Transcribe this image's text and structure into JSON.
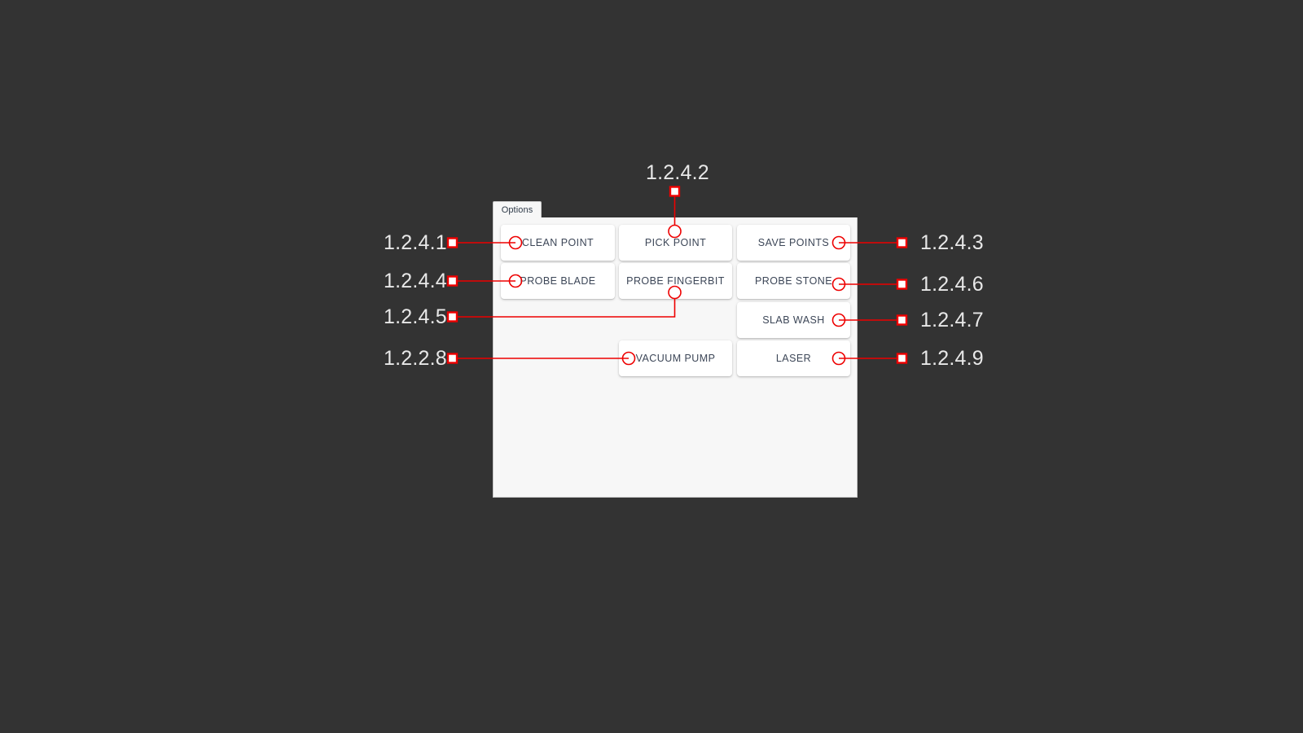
{
  "background_color": "#333333",
  "accent_color": "#ee0000",
  "panel": {
    "background_color": "#f7f7f7",
    "tab_label": "Options"
  },
  "buttons": [
    {
      "id": "clean-point",
      "label": "CLEAN POINT"
    },
    {
      "id": "pick-point",
      "label": "PICK POINT"
    },
    {
      "id": "save-points",
      "label": "SAVE POINTS"
    },
    {
      "id": "probe-blade",
      "label": "PROBE BLADE"
    },
    {
      "id": "probe-fingerbit",
      "label": "PROBE FINGERBIT"
    },
    {
      "id": "probe-stone",
      "label": "PROBE STONE"
    },
    {
      "id": "slab-wash",
      "label": "SLAB WASH"
    },
    {
      "id": "vacuum-pump",
      "label": "VACUUM PUMP"
    },
    {
      "id": "laser",
      "label": "LASER"
    }
  ],
  "annotations": [
    {
      "id": "a1",
      "code": "1.2.4.1",
      "target": "clean-point",
      "side": "left"
    },
    {
      "id": "a2",
      "code": "1.2.4.2",
      "target": "pick-point",
      "side": "top"
    },
    {
      "id": "a3",
      "code": "1.2.4.3",
      "target": "save-points",
      "side": "right"
    },
    {
      "id": "a4",
      "code": "1.2.4.4",
      "target": "probe-blade",
      "side": "left"
    },
    {
      "id": "a5",
      "code": "1.2.4.5",
      "target": "probe-fingerbit",
      "side": "left"
    },
    {
      "id": "a6",
      "code": "1.2.4.6",
      "target": "probe-stone",
      "side": "right"
    },
    {
      "id": "a7",
      "code": "1.2.4.7",
      "target": "slab-wash",
      "side": "right"
    },
    {
      "id": "a8",
      "code": "1.2.2.8",
      "target": "vacuum-pump",
      "side": "left"
    },
    {
      "id": "a9",
      "code": "1.2.4.9",
      "target": "laser",
      "side": "right"
    }
  ]
}
